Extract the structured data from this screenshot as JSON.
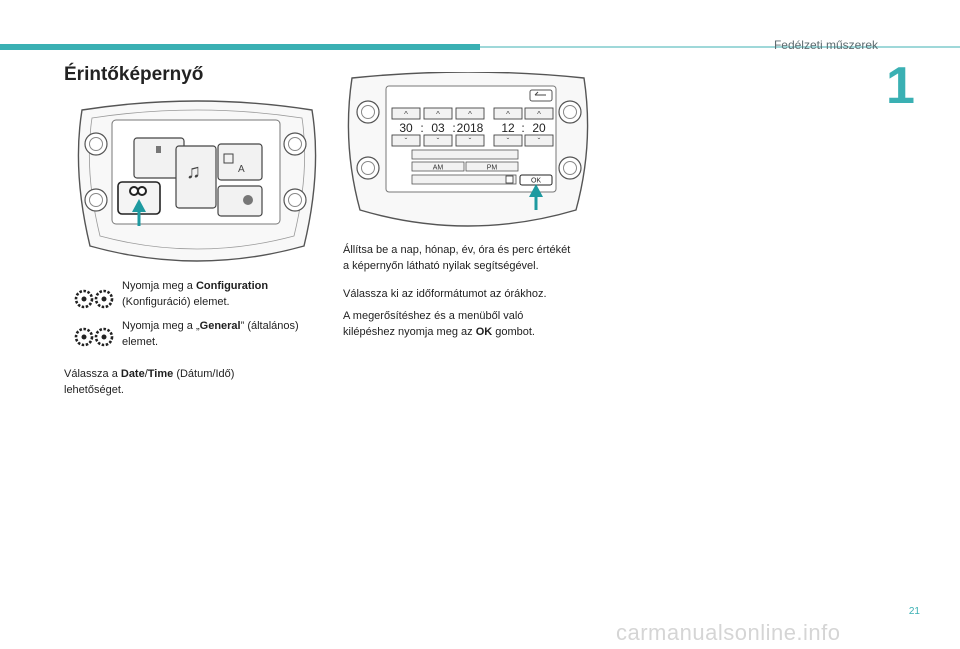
{
  "header": {
    "section_title": "Fedélzeti műszerek",
    "chapter_number": "1",
    "accent_color": "#3ab0b3"
  },
  "title": "Érintőképernyő",
  "left": {
    "step1": {
      "pre": "Nyomja meg a ",
      "bold": "Configuration",
      "post": "(Konfiguráció) elemet."
    },
    "step2": {
      "pre": "Nyomja meg a „",
      "bold": "General",
      "post1": "” (általános)",
      "post2": "elemet."
    },
    "step3": {
      "pre": "Válassza a ",
      "bold1": "Date",
      "sep": "/",
      "bold2": "Time",
      "post1": " (Dátum/Idő)",
      "post2": "lehetőséget."
    }
  },
  "right": {
    "p1_line1": "Állítsa be a nap, hónap, év, óra és perc értékét",
    "p1_line2": "a képernyőn látható nyilak segítségével.",
    "p2": "Válassza ki az időformátumot az órákhoz.",
    "p3_line1": "A megerősítéshez és a menüből való",
    "p3_line2_pre": "kilépéshez nyomja meg az ",
    "p3_line2_bold": "OK",
    "p3_line2_post": " gombot."
  },
  "date_screen": {
    "day": "30",
    "month": "03",
    "year": "2018",
    "hour": "12",
    "minute": "20",
    "sep1": ":",
    "sep2": ":",
    "sep3": ":",
    "am": "AM",
    "pm": "PM",
    "ok": "OK"
  },
  "page_number": "21",
  "watermark": "carmanualsonline.info"
}
